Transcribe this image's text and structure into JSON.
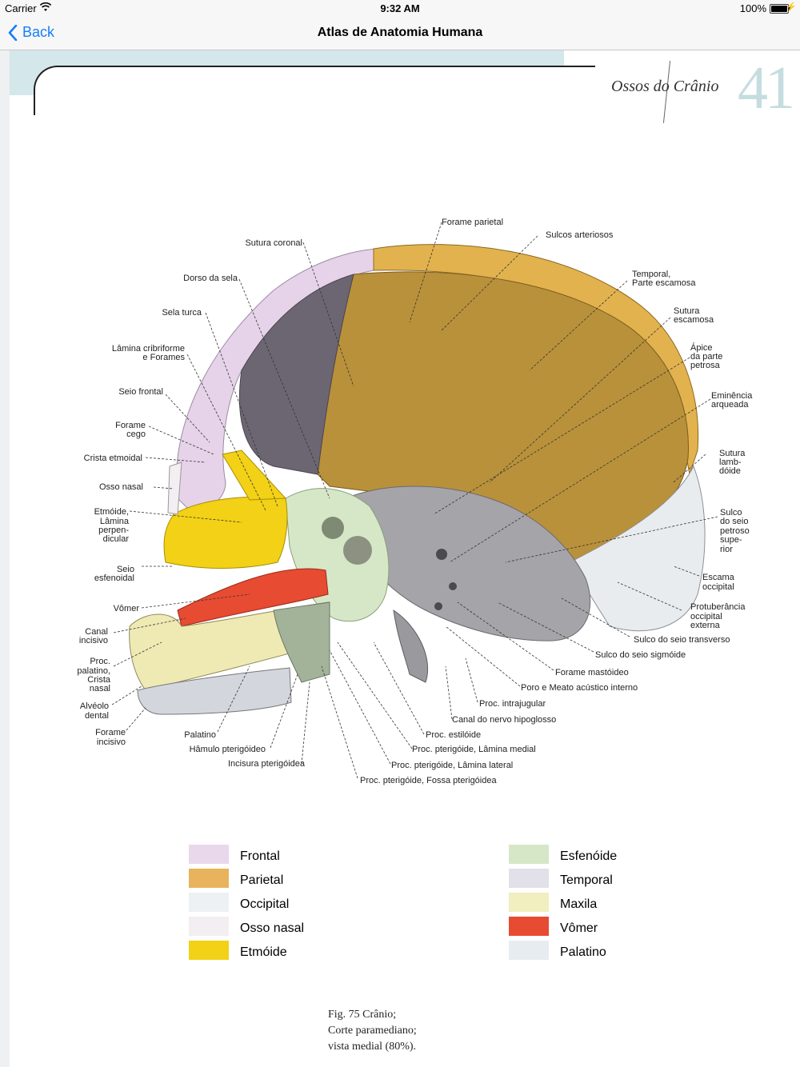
{
  "status": {
    "carrier": "Carrier",
    "time": "9:32 AM",
    "battery": "100%"
  },
  "nav": {
    "back_label": "Back",
    "title": "Atlas de Anatomia Humana"
  },
  "page": {
    "running_head": "Ossos do Crânio",
    "number": "41",
    "labels": {
      "forame_parietal": "Forame parietal",
      "sulcos_arteriosos": "Sulcos arteriosos",
      "sutura_coronal": "Sutura coronal",
      "dorso_da_sela": "Dorso da sela",
      "temporal_1": "Temporal,",
      "temporal_2": "Parte escamosa",
      "sela_turca": "Sela turca",
      "sutura_esc_1": "Sutura",
      "sutura_esc_2": "escamosa",
      "lamina_crib_1": "Lâmina cribriforme",
      "lamina_crib_2": "e Forames",
      "apice_1": "Ápice",
      "apice_2": "da parte",
      "apice_3": "petrosa",
      "seio_frontal": "Seio frontal",
      "eminencia_1": "Eminência",
      "eminencia_2": "arqueada",
      "forame_cego_1": "Forame",
      "forame_cego_2": "cego",
      "sutura_lamb_1": "Sutura",
      "sutura_lamb_2": "lamb-",
      "sutura_lamb_3": "dóide",
      "crista_etmoidal": "Crista etmoidal",
      "osso_nasal": "Osso nasal",
      "sulco_seio_1": "Sulco",
      "sulco_seio_2": "do seio",
      "sulco_seio_3": "petroso",
      "sulco_seio_4": "supe-",
      "sulco_seio_5": "rior",
      "etmoide_1": "Etmóide,",
      "etmoide_2": "Lâmina",
      "etmoide_3": "perpen-",
      "etmoide_4": "dicular",
      "seio_esf_1": "Seio",
      "seio_esf_2": "esfenoidal",
      "escama_1": "Escama",
      "escama_2": "occipital",
      "vomer": "Vômer",
      "protub_1": "Protuberância",
      "protub_2": "occipital",
      "protub_3": "externa",
      "canal_inc_1": "Canal",
      "canal_inc_2": "incisivo",
      "sulco_transverso": "Sulco do seio transverso",
      "sulco_sigmoide": "Sulco do seio sigmóide",
      "proc_pal_1": "Proc.",
      "proc_pal_2": "palatino,",
      "proc_pal_3": "Crista",
      "proc_pal_4": "nasal",
      "forame_mastoideo": "Forame mastóideo",
      "poro_meato": "Poro e Meato acústico interno",
      "alveolo_1": "Alvéolo",
      "alveolo_2": "dental",
      "proc_intrajugular": "Proc. intrajugular",
      "canal_hipoglosso": "Canal do nervo hipoglosso",
      "forame_inc_1": "Forame",
      "forame_inc_2": "incisivo",
      "palatino": "Palatino",
      "proc_estiloide": "Proc. estilóide",
      "hamulo": "Hâmulo pterigóideo",
      "lamina_medial": "Proc. pterigóide, Lâmina medial",
      "incisura": "Incisura pterigóidea",
      "lamina_lateral": "Proc. pterigóide, Lâmina lateral",
      "fossa_pterigoidea": "Proc. pterigóide, Fossa pterigóidea"
    },
    "legend": [
      {
        "label": "Frontal",
        "color": "#e9d8ec"
      },
      {
        "label": "Parietal",
        "color": "#e8b35c"
      },
      {
        "label": "Occipital",
        "color": "#edf1f4"
      },
      {
        "label": "Osso nasal",
        "color": "#f3eef1"
      },
      {
        "label": "Etmóide",
        "color": "#f2d116"
      },
      {
        "label": "Esfenóide",
        "color": "#d6e7c7"
      },
      {
        "label": "Temporal",
        "color": "#e2e0e8"
      },
      {
        "label": "Maxila",
        "color": "#f1eebf"
      },
      {
        "label": "Vômer",
        "color": "#e74b32"
      },
      {
        "label": "Palatino",
        "color": "#e7ecf1"
      }
    ],
    "caption": {
      "line1": "Fig. 75    Crânio;",
      "line2": "Corte paramediano;",
      "line3": "vista medial (80%)."
    }
  }
}
